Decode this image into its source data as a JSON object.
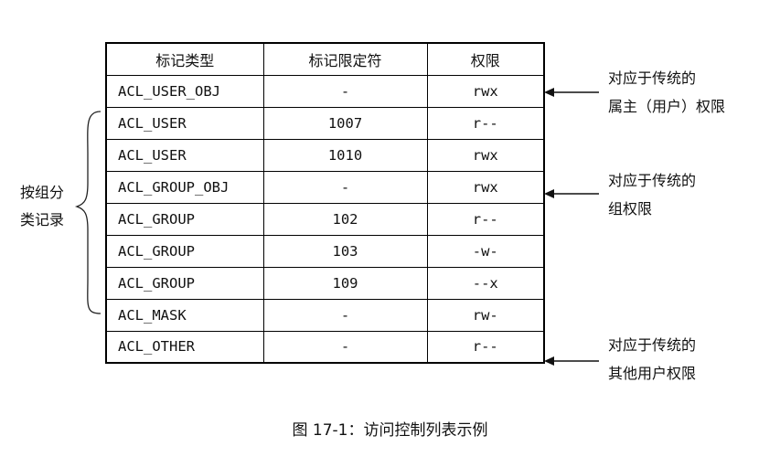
{
  "table": {
    "headers": [
      "标记类型",
      "标记限定符",
      "权限"
    ],
    "rows": [
      {
        "tag": "ACL_USER_OBJ",
        "qualifier": "-",
        "perm": "rwx"
      },
      {
        "tag": "ACL_USER",
        "qualifier": "1007",
        "perm": "r--"
      },
      {
        "tag": "ACL_USER",
        "qualifier": "1010",
        "perm": "rwx"
      },
      {
        "tag": "ACL_GROUP_OBJ",
        "qualifier": "-",
        "perm": "rwx"
      },
      {
        "tag": "ACL_GROUP",
        "qualifier": "102",
        "perm": "r--"
      },
      {
        "tag": "ACL_GROUP",
        "qualifier": "103",
        "perm": "-w-"
      },
      {
        "tag": "ACL_GROUP",
        "qualifier": "109",
        "perm": "--x"
      },
      {
        "tag": "ACL_MASK",
        "qualifier": "-",
        "perm": "rw-"
      },
      {
        "tag": "ACL_OTHER",
        "qualifier": "-",
        "perm": "r--"
      }
    ]
  },
  "annotations": [
    {
      "line1": "对应于传统的",
      "line2": "属主（用户）权限"
    },
    {
      "line1": "对应于传统的",
      "line2": "组权限"
    },
    {
      "line1": "对应于传统的",
      "line2": "其他用户权限"
    }
  ],
  "brace_label": {
    "line1": "按组分",
    "line2": "类记录"
  },
  "caption": "图 17-1：访问控制列表示例"
}
